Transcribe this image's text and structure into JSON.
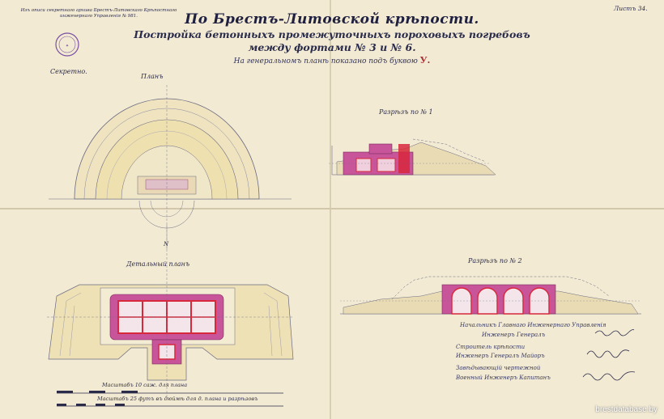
{
  "header": {
    "title": "По Брестъ-Литовской крѣпости.",
    "subtitle_line1": "Постройка бетонныхъ промежуточныхъ пороховыхъ погребовъ",
    "subtitle_line2": "между фортами № 3 и № 6.",
    "subtitle_line3_prefix": "На генеральномъ планѣ показано подъ буквою",
    "marker_letter": "У."
  },
  "stamp": {
    "text": "Изъ описи секретнаго архива Брестъ-Литовскаго Крѣпостнаго инженернаго Управленія № 981."
  },
  "sheet_number": "Листъ 34.",
  "secrecy": "Секретно.",
  "views": {
    "plan": "Планъ",
    "section1": "Разрѣзъ по № 1",
    "detail_plan": "Детальный планъ",
    "section2": "Разрѣзъ по № 2"
  },
  "scales": {
    "scale_plan": "Масштабъ 10 саж. для плана",
    "scale_detail": "Масштабъ 25 футъ въ дюймѣ для д. плана и разрѣзовъ"
  },
  "north_mark": "N",
  "signatures": {
    "line1": "Начальникъ Главнаго Инженернаго Управленія",
    "line2": "Инженеръ Генералъ",
    "line3": "Строитель крѣпости",
    "line4": "Инженеръ Генералъ Майоръ",
    "line5": "Завѣдывающій чертежной",
    "line6": "Военный Инженеръ Капитанъ"
  },
  "watermark": "brestdatabase.by",
  "colors": {
    "paper": "#f2ead3",
    "ink": "#2b2b4a",
    "masonry": "#c8559a",
    "brick": "#d8283c",
    "earth": "#e9dcb5",
    "fill_sand": "#eadfa8"
  }
}
